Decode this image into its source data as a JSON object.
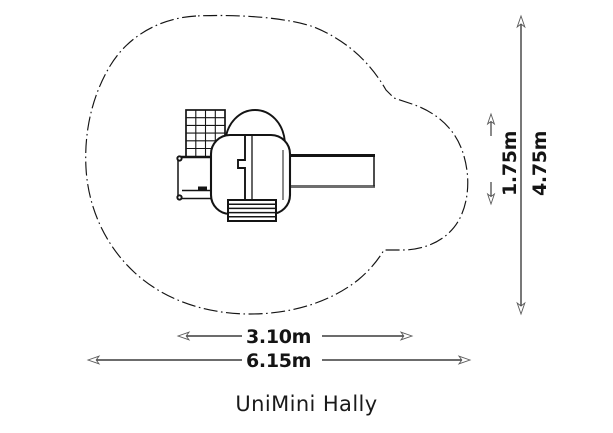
{
  "drawing": {
    "title": "UniMini Hally",
    "background_color": "#ffffff",
    "line_color": "#141414",
    "safety_zone_line_style": "dash-dot chain line",
    "dimensions": {
      "vertical_inner": {
        "label": "1.75m",
        "orientation": "vertical",
        "meaning": "equipment depth"
      },
      "vertical_outer": {
        "label": "4.75m",
        "orientation": "vertical",
        "meaning": "safety zone depth"
      },
      "horizontal_inner": {
        "label": "3.10m",
        "orientation": "horizontal",
        "meaning": "equipment width"
      },
      "horizontal_outer": {
        "label": "6.15m",
        "orientation": "horizontal",
        "meaning": "safety zone width"
      }
    },
    "components": {
      "safety_zone": "safety-zone-outline",
      "play_tower": "play-tower-body",
      "canopy": "tower-canopy",
      "climbing_net": "climbing-net-grid",
      "platform": "side-platform",
      "slide": "slide-chute",
      "steps": "access-steps"
    }
  }
}
